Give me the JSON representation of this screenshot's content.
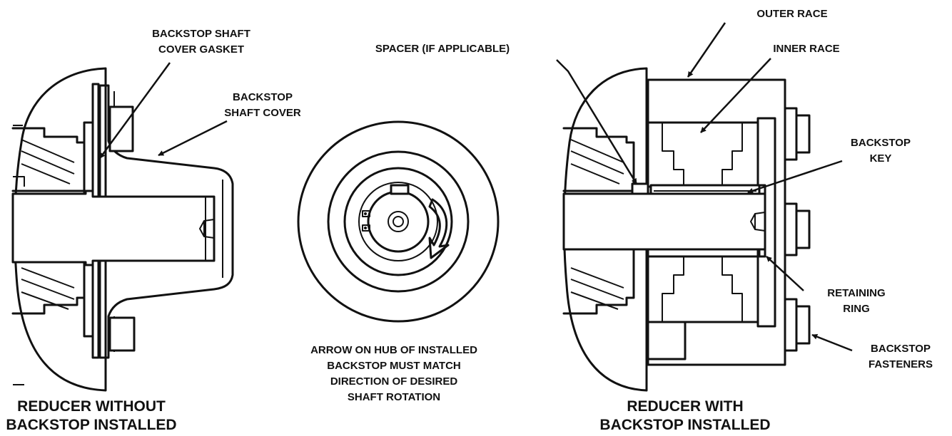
{
  "labels": {
    "cover_gasket": [
      "BACKSTOP SHAFT",
      "COVER GASKET"
    ],
    "shaft_cover": [
      "BACKSTOP",
      "SHAFT COVER"
    ],
    "spacer": "SPACER (IF APPLICABLE)",
    "outer_race": "OUTER RACE",
    "inner_race": "INNER RACE",
    "backstop_key": [
      "BACKSTOP",
      "KEY"
    ],
    "retaining_ring": [
      "RETAINING",
      "RING"
    ],
    "backstop_fasteners": [
      "BACKSTOP",
      "FASTENERS"
    ]
  },
  "note": [
    "ARROW ON HUB OF INSTALLED",
    "BACKSTOP MUST MATCH",
    "DIRECTION OF DESIRED",
    "SHAFT ROTATION"
  ],
  "captions": {
    "left": [
      "REDUCER WITHOUT",
      "BACKSTOP INSTALLED"
    ],
    "right": [
      "REDUCER WITH",
      "BACKSTOP INSTALLED"
    ]
  },
  "colors": {
    "line": "#111111",
    "background": "#ffffff"
  }
}
